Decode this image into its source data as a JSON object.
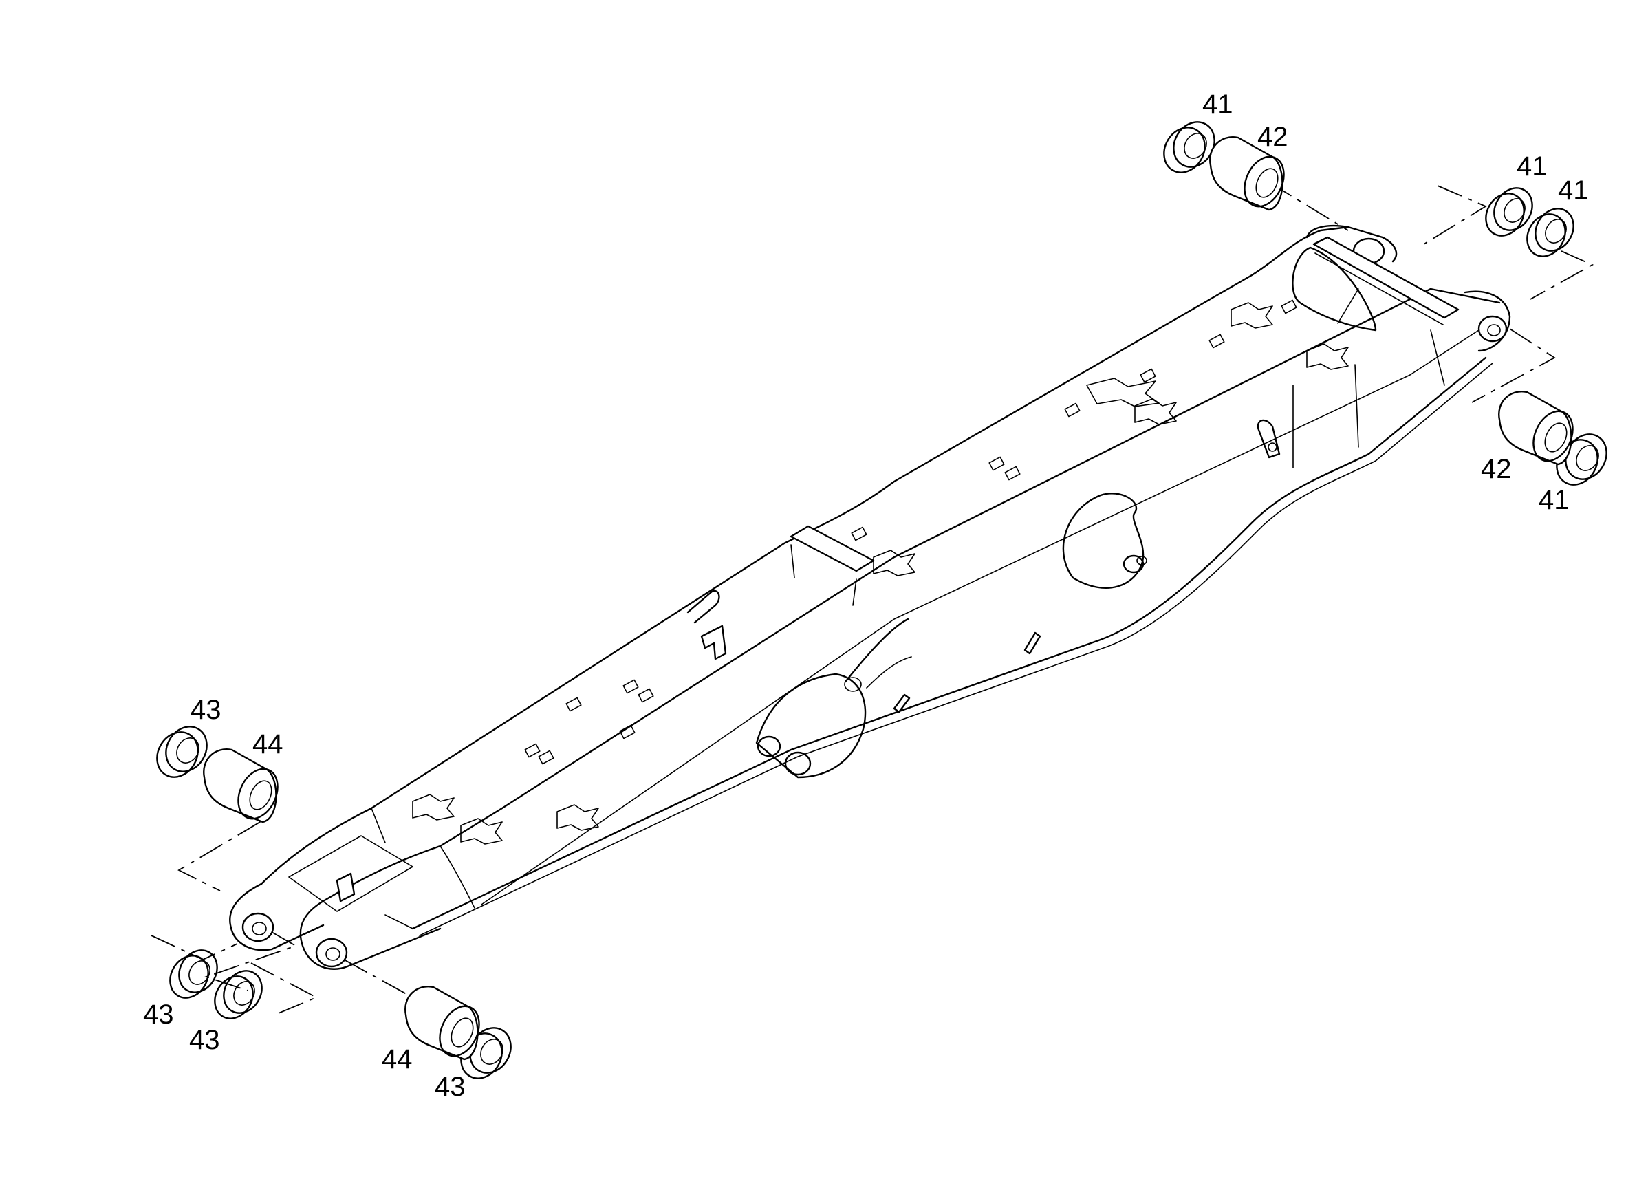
{
  "callouts": {
    "c41a": "41",
    "c42a": "42",
    "c41b": "41",
    "c41c": "41",
    "c42b": "42",
    "c41d": "41",
    "c43a": "43",
    "c44a": "44",
    "c43b": "43",
    "c43c": "43",
    "c44b": "44",
    "c43d": "43"
  }
}
